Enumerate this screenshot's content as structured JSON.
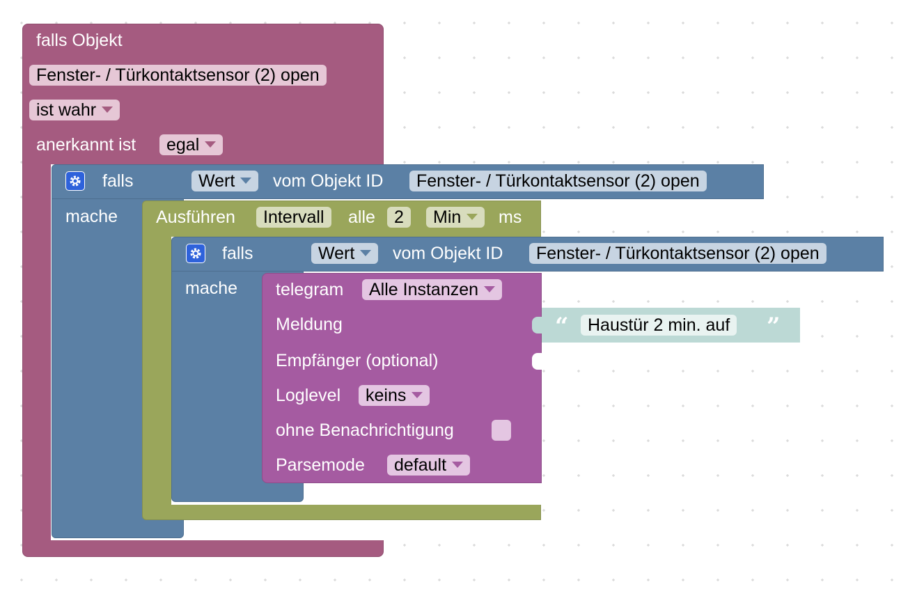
{
  "trigger_block": {
    "title": "falls Objekt",
    "object_id": "Fenster- / Türkontaktsensor (2) open",
    "condition": "ist wahr",
    "ack_label": "anerkannt ist",
    "ack_value": "egal"
  },
  "outer_if": {
    "falls_label": "falls",
    "mache_label": "mache",
    "value_field": "Wert",
    "from_object_label": "vom Objekt ID",
    "object_id": "Fenster- / Türkontaktsensor (2) open"
  },
  "exec_block": {
    "label": "Ausführen",
    "mode": "Intervall",
    "every_label": "alle",
    "amount": "2",
    "unit": "Min",
    "ms_label": "ms"
  },
  "inner_if": {
    "falls_label": "falls",
    "mache_label": "mache",
    "value_field": "Wert",
    "from_object_label": "vom Objekt ID",
    "object_id": "Fenster- / Türkontaktsensor (2) open"
  },
  "telegram_block": {
    "label": "telegram",
    "instance": "Alle Instanzen",
    "message_label": "Meldung",
    "recipient_label": "Empfänger (optional)",
    "loglevel_label": "Loglevel",
    "loglevel_value": "keins",
    "no_notification_label": "ohne Benachrichtigung",
    "parsemode_label": "Parsemode",
    "parsemode_value": "default"
  },
  "text_block": {
    "open_quote": "“",
    "value": "Haustür 2 min. auf",
    "close_quote": "”"
  },
  "colors": {
    "trigger": "#a55b80",
    "logic": "#5b80a5",
    "timer": "#9aa65b",
    "telegram": "#a55ba1",
    "text": "#bcd9d5"
  },
  "icons": {
    "mutator": "gear-icon",
    "dropdown": "chevron-down-icon"
  }
}
